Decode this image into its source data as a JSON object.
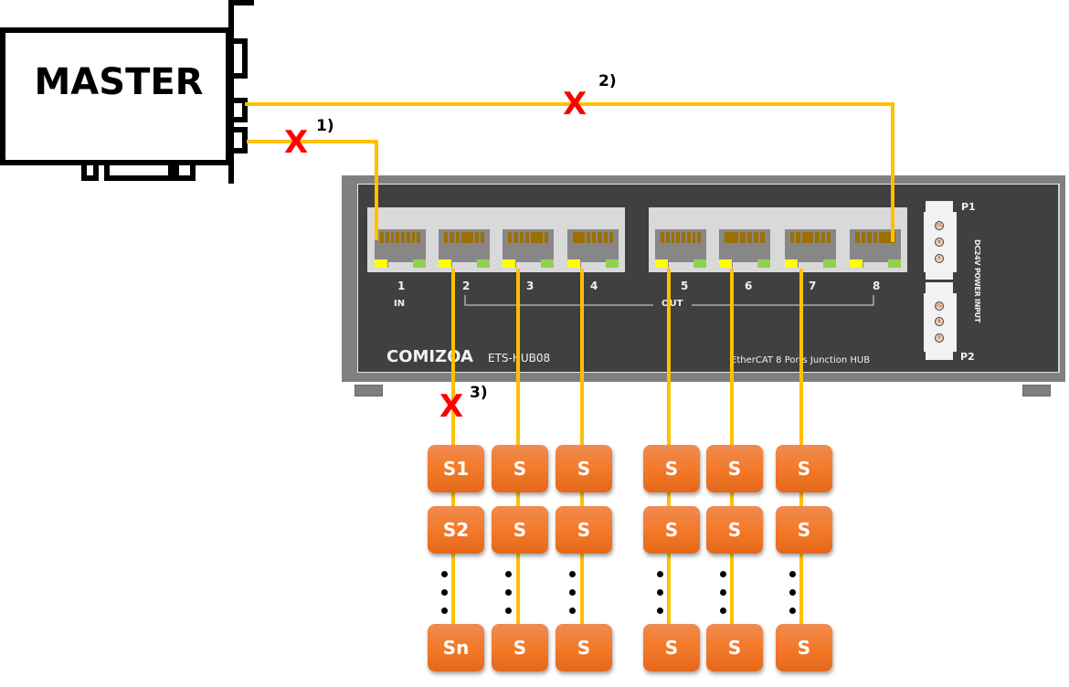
{
  "master": {
    "label": "MASTER"
  },
  "hub": {
    "brand": "COMIZOA",
    "model": "ETS-HUB08",
    "description": "EtherCAT 8 Ports Junction HUB",
    "in_label": "IN",
    "out_label": "OUT",
    "ports": [
      "1",
      "2",
      "3",
      "4",
      "5",
      "6",
      "7",
      "8"
    ],
    "power": {
      "label": "DC24V POWER INPUT",
      "connectors": [
        "P1",
        "P2"
      ],
      "terminals": [
        "FG",
        "N",
        "P"
      ]
    }
  },
  "faults": [
    {
      "mark": "X",
      "label": "1)",
      "location": "master-to-port-1"
    },
    {
      "mark": "X",
      "label": "2)",
      "location": "master-to-port-8"
    },
    {
      "mark": "X",
      "label": "3)",
      "location": "port-2-to-S1"
    }
  ],
  "slave_chains": [
    {
      "port": "2",
      "slaves": [
        "S1",
        "S2",
        "Sn"
      ]
    },
    {
      "port": "3",
      "slaves": [
        "S",
        "S",
        "S"
      ]
    },
    {
      "port": "4",
      "slaves": [
        "S",
        "S",
        "S"
      ]
    },
    {
      "port": "5",
      "slaves": [
        "S",
        "S",
        "S"
      ]
    },
    {
      "port": "6",
      "slaves": [
        "S",
        "S",
        "S"
      ]
    },
    {
      "port": "7",
      "slaves": [
        "S",
        "S",
        "S"
      ]
    }
  ],
  "colors": {
    "cable": "#ffc000",
    "fault": "#ff0000",
    "slave": "#f37a2a",
    "hub_face": "#404040",
    "hub_frame": "#808080",
    "led_link": "#ffff00",
    "led_act": "#92d050"
  }
}
